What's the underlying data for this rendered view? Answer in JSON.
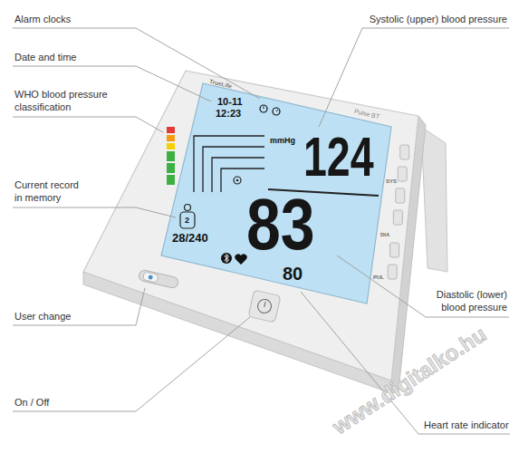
{
  "diagram": {
    "labels": [
      "Alarm clocks",
      "Date and time",
      "WHO blood pressure classification",
      "Current record in memory",
      "User change",
      "On / Off",
      "Systolic (upper) blood pressure",
      "Diastolic (lower) blood pressure",
      "Heart rate indicator",
      "TrueLife",
      "Pulse BT",
      "10-11",
      "12:23",
      "mmHg",
      "124",
      "83",
      "80",
      "28/240",
      "2",
      "SYS",
      "DIA",
      "PUL",
      "www.digitalko.hu"
    ]
  }
}
